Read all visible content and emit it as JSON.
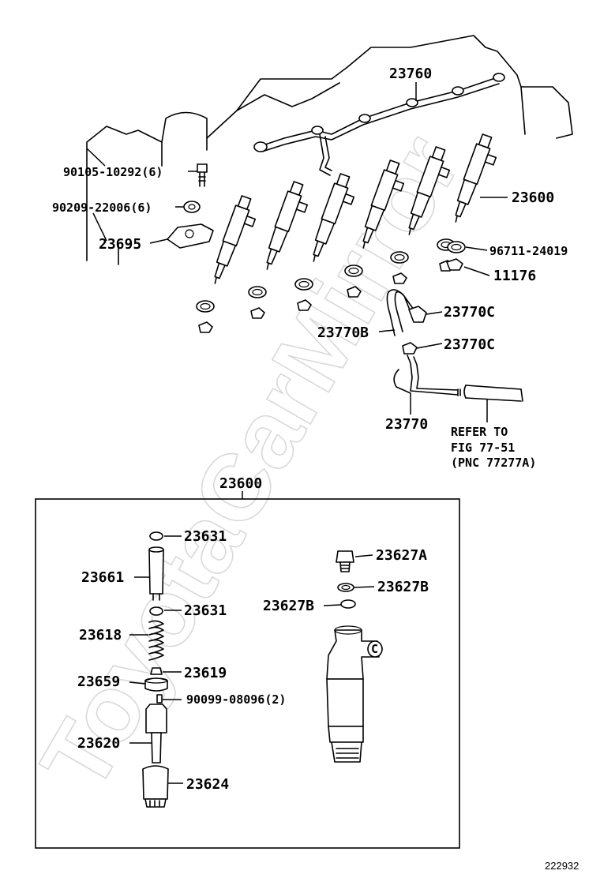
{
  "watermark": "ToyotaCarMirror",
  "figure_number": "222932",
  "labels": {
    "fuel_pipe": "23760",
    "injector": "23600",
    "bolt": "90105-10292(6)",
    "washer": "90209-22006(6)",
    "clamp": "23695",
    "gasket": "96711-24019",
    "seat": "11176",
    "clip_upper": "23770C",
    "hose": "23770B",
    "clip_lower": "23770C",
    "overflow_pipe": "23770",
    "refer_line1": "REFER TO",
    "refer_line2": "FIG 77-51",
    "refer_line3": "(PNC 77277A)"
  },
  "detail": {
    "title": "23600",
    "labels": {
      "washer_top": "23631",
      "body": "23661",
      "washer_mid": "23631",
      "spring": "23618",
      "seat": "23619",
      "spacer": "23659",
      "pin": "90099-08096(2)",
      "nozzle": "23620",
      "nut": "23624",
      "union": "23627A",
      "gasket_right": "23627B",
      "gasket_left": "23627B",
      "c_mark": "C"
    }
  }
}
